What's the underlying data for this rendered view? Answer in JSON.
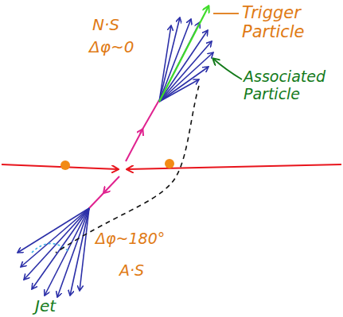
{
  "diagram": {
    "labels": [
      "N·S",
      "Δφ~0",
      "Trigger Particle",
      "Associated Particle",
      "Δφ~180°",
      "A·S",
      "Jet"
    ]
  }
}
